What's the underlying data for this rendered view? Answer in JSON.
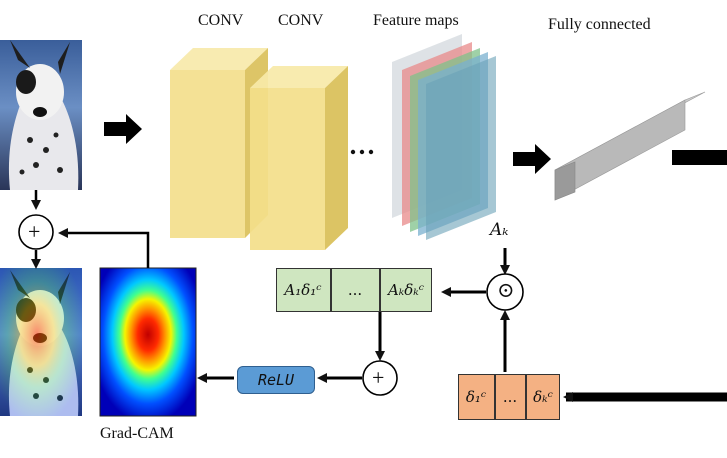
{
  "labels": {
    "conv1": "CONV",
    "conv2": "CONV",
    "feature_maps": "Feature maps",
    "fully_connected": "Fully connected",
    "ellipsis_dots": "• • •",
    "grad_cam": "Grad-CAM",
    "relu": "ReLU"
  },
  "green_box": {
    "cells": [
      "A₁δ₁ᶜ",
      "...",
      "Aₖδₖᶜ"
    ]
  },
  "orange_box": {
    "cells": [
      "δ₁ᶜ",
      "...",
      "δₖᶜ"
    ]
  },
  "ops": {
    "plus_top": "+",
    "plus_mid": "+",
    "dot": "⊙",
    "ak_label": "Aₖ"
  },
  "colors": {
    "conv_front": "#f3de8a",
    "conv_side": "#d9bf57",
    "green_box": "#cfe6c0",
    "orange_box": "#f4b183",
    "relu": "#5b9bd5",
    "fc": "#b9b9b9"
  }
}
